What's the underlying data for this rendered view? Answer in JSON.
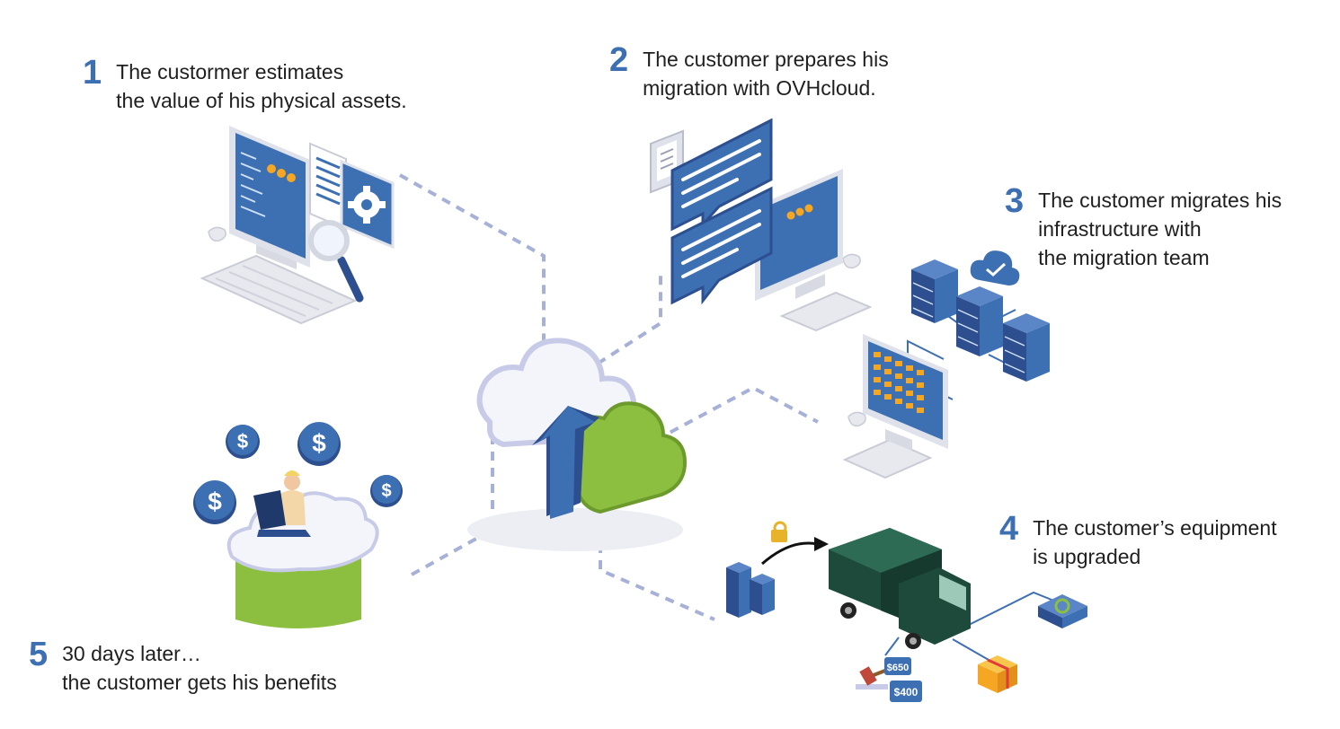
{
  "steps": [
    {
      "number": "1",
      "line1": "The custormer estimates",
      "line2": "the value of his physical assets.",
      "line3": ""
    },
    {
      "number": "2",
      "line1": "The customer prepares his",
      "line2": "migration with OVHcloud.",
      "line3": ""
    },
    {
      "number": "3",
      "line1": "The customer migrates his",
      "line2": "infrastructure with",
      "line3": "the migration team"
    },
    {
      "number": "4",
      "line1": "The customer’s equipment",
      "line2": "is upgraded",
      "line3": ""
    },
    {
      "number": "5",
      "line1": "30 days later…",
      "line2": "the customer gets his benefits",
      "line3": ""
    }
  ],
  "currency_symbol": "$",
  "price_tags": [
    "$650",
    "$400"
  ],
  "colors": {
    "accent_blue": "#3d6fb3",
    "dark_blue": "#2d4f8f",
    "cloud_lavender": "#c8cbe8",
    "green": "#8cbf3f",
    "truck_green": "#1d4a3a",
    "orange": "#f5a623",
    "gold": "#e8b22a",
    "text": "#1f1f1f"
  },
  "icons": [
    "magnifier-icon",
    "gear-icon",
    "document-icon",
    "chat-bubble-icon",
    "server-stack-icon",
    "cloud-check-icon",
    "upload-arrow-icon",
    "dollar-coin-icon",
    "truck-icon",
    "gift-box-icon",
    "gavel-icon",
    "key-lock-icon",
    "recycle-icon"
  ]
}
